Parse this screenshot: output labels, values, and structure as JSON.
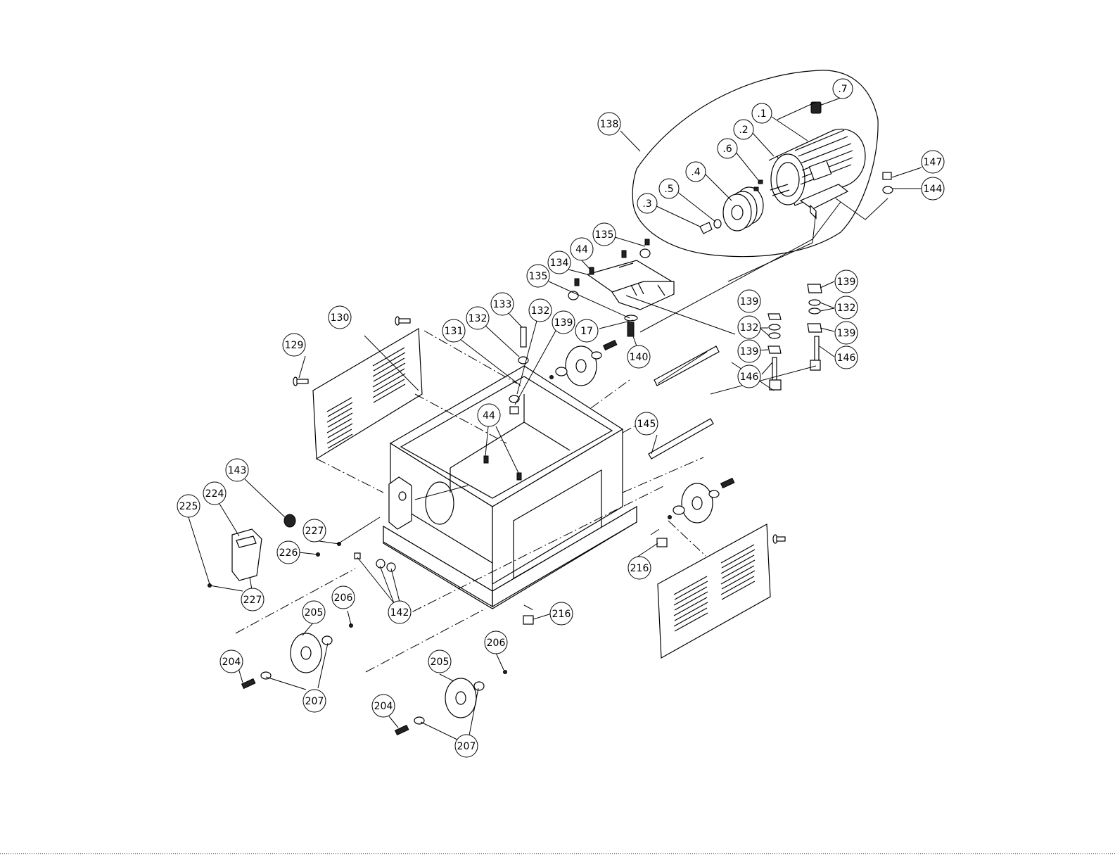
{
  "diagram": {
    "callouts": [
      {
        "id": "c-7",
        "label": ".7"
      },
      {
        "id": "c-1",
        "label": ".1"
      },
      {
        "id": "c-2",
        "label": ".2"
      },
      {
        "id": "c-6",
        "label": ".6"
      },
      {
        "id": "c-4",
        "label": ".4"
      },
      {
        "id": "c-5",
        "label": ".5"
      },
      {
        "id": "c-3",
        "label": ".3"
      },
      {
        "id": "c-138",
        "label": "138"
      },
      {
        "id": "c-147",
        "label": "147"
      },
      {
        "id": "c-144",
        "label": "144"
      },
      {
        "id": "c-135a",
        "label": "135"
      },
      {
        "id": "c-44a",
        "label": "44"
      },
      {
        "id": "c-134",
        "label": "134"
      },
      {
        "id": "c-135b",
        "label": "135"
      },
      {
        "id": "c-133",
        "label": "133"
      },
      {
        "id": "c-132a",
        "label": "132"
      },
      {
        "id": "c-132b",
        "label": "132"
      },
      {
        "id": "c-139a",
        "label": "139"
      },
      {
        "id": "c-131",
        "label": "131"
      },
      {
        "id": "c-17",
        "label": "17"
      },
      {
        "id": "c-140",
        "label": "140"
      },
      {
        "id": "c-139b",
        "label": "139"
      },
      {
        "id": "c-132c",
        "label": "132"
      },
      {
        "id": "c-139c",
        "label": "139"
      },
      {
        "id": "c-146a",
        "label": "146"
      },
      {
        "id": "c-139d",
        "label": "139"
      },
      {
        "id": "c-132d",
        "label": "132"
      },
      {
        "id": "c-139e",
        "label": "139"
      },
      {
        "id": "c-146b",
        "label": "146"
      },
      {
        "id": "c-130",
        "label": "130"
      },
      {
        "id": "c-129",
        "label": "129"
      },
      {
        "id": "c-44b",
        "label": "44"
      },
      {
        "id": "c-145",
        "label": "145"
      },
      {
        "id": "c-143",
        "label": "143"
      },
      {
        "id": "c-224",
        "label": "224"
      },
      {
        "id": "c-225",
        "label": "225"
      },
      {
        "id": "c-227a",
        "label": "227"
      },
      {
        "id": "c-226",
        "label": "226"
      },
      {
        "id": "c-227b",
        "label": "227"
      },
      {
        "id": "c-142",
        "label": "142"
      },
      {
        "id": "c-216a",
        "label": "216"
      },
      {
        "id": "c-216b",
        "label": "216"
      },
      {
        "id": "c-206a",
        "label": "206"
      },
      {
        "id": "c-205a",
        "label": "205"
      },
      {
        "id": "c-204a",
        "label": "204"
      },
      {
        "id": "c-207a",
        "label": "207"
      },
      {
        "id": "c-206b",
        "label": "206"
      },
      {
        "id": "c-205b",
        "label": "205"
      },
      {
        "id": "c-204b",
        "label": "204"
      },
      {
        "id": "c-207b",
        "label": "207"
      }
    ]
  }
}
